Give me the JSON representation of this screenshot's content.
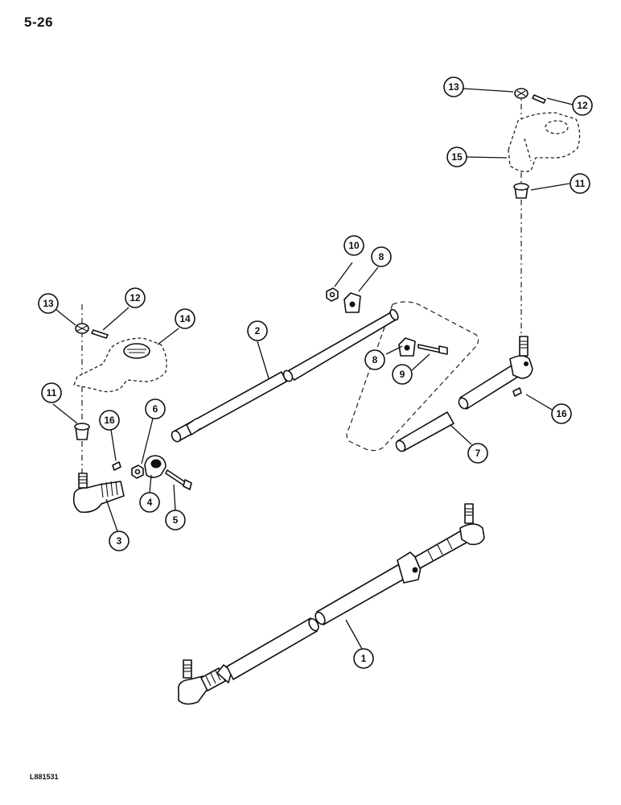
{
  "page": {
    "number": "5-26",
    "figure_id": "L881531"
  },
  "callouts": [
    {
      "id": "c1",
      "label": "1"
    },
    {
      "id": "c2",
      "label": "2"
    },
    {
      "id": "c3",
      "label": "3"
    },
    {
      "id": "c4",
      "label": "4"
    },
    {
      "id": "c5",
      "label": "5"
    },
    {
      "id": "c6",
      "label": "6"
    },
    {
      "id": "c7",
      "label": "7"
    },
    {
      "id": "c8a",
      "label": "8"
    },
    {
      "id": "c8b",
      "label": "8"
    },
    {
      "id": "c9",
      "label": "9"
    },
    {
      "id": "c10",
      "label": "10"
    },
    {
      "id": "c11a",
      "label": "11"
    },
    {
      "id": "c11b",
      "label": "11"
    },
    {
      "id": "c12a",
      "label": "12"
    },
    {
      "id": "c12b",
      "label": "12"
    },
    {
      "id": "c13a",
      "label": "13"
    },
    {
      "id": "c13b",
      "label": "13"
    },
    {
      "id": "c14",
      "label": "14"
    },
    {
      "id": "c15",
      "label": "15"
    },
    {
      "id": "c16a",
      "label": "16"
    },
    {
      "id": "c16b",
      "label": "16"
    }
  ]
}
